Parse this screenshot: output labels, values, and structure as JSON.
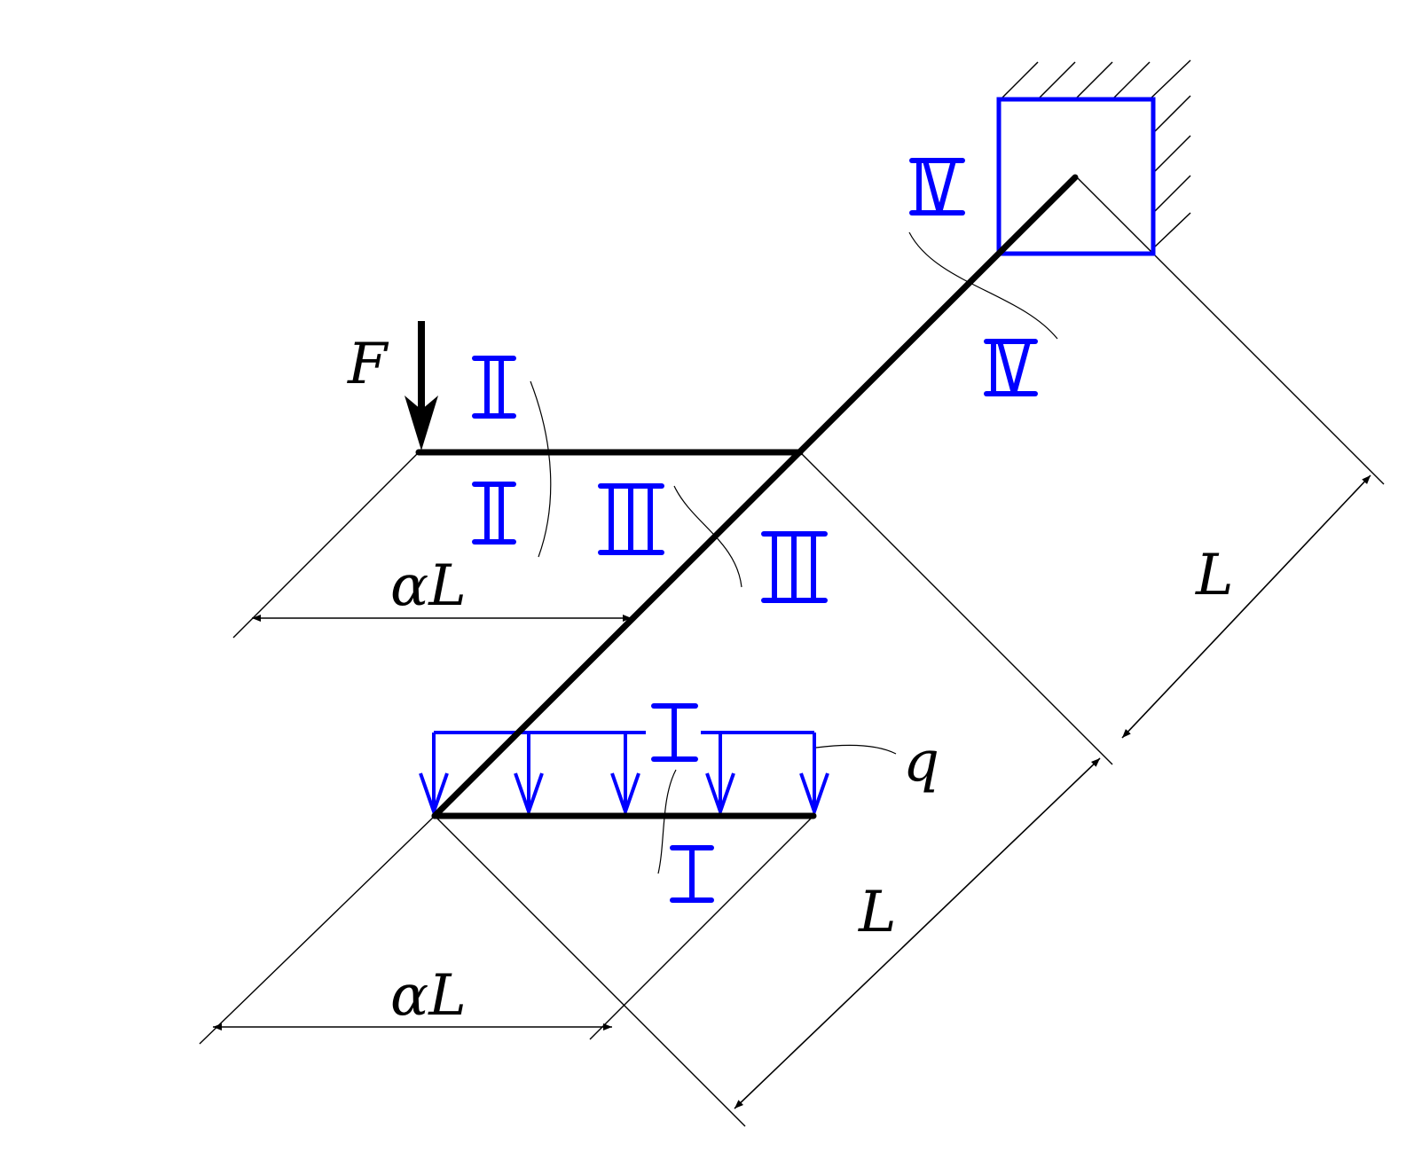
{
  "colors": {
    "structure": "#000000",
    "annotation": "#0000ff"
  },
  "labels": {
    "force": "F",
    "load": "q",
    "alpha_l": "αL",
    "length": "L"
  },
  "sections": {
    "s1": "Ⅰ",
    "s2": "Ⅱ",
    "s3": "Ⅲ",
    "s4": "Ⅳ"
  }
}
